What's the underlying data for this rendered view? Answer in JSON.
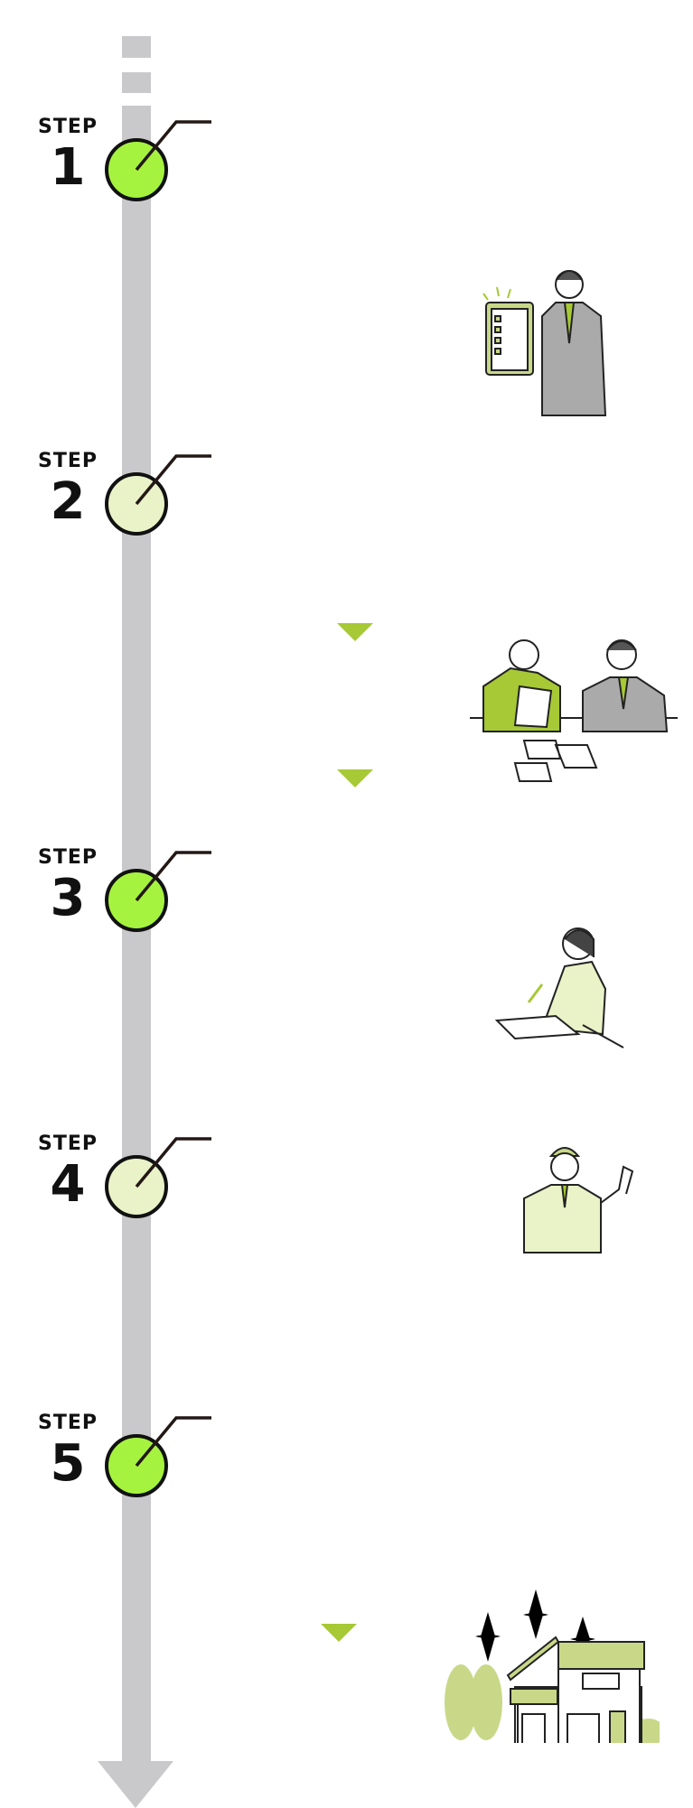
{
  "colors": {
    "track": "#c9c9cb",
    "active_circle": "#a6f33f",
    "inactive_circle": "#eaf2c8",
    "flow_arrow": "#a6c935",
    "illustration_green": "#c8d888"
  },
  "steps": [
    {
      "label": "STEP",
      "number": "1",
      "state": "active",
      "illustration": "presenter-with-clipboard"
    },
    {
      "label": "STEP",
      "number": "2",
      "state": "inactive",
      "illustration": "meeting-at-table"
    },
    {
      "label": "STEP",
      "number": "3",
      "state": "active",
      "illustration": "woman-writing"
    },
    {
      "label": "STEP",
      "number": "4",
      "state": "inactive",
      "illustration": "worker-in-cap"
    },
    {
      "label": "STEP",
      "number": "5",
      "state": "active",
      "illustration": "sparkling-house"
    }
  ]
}
